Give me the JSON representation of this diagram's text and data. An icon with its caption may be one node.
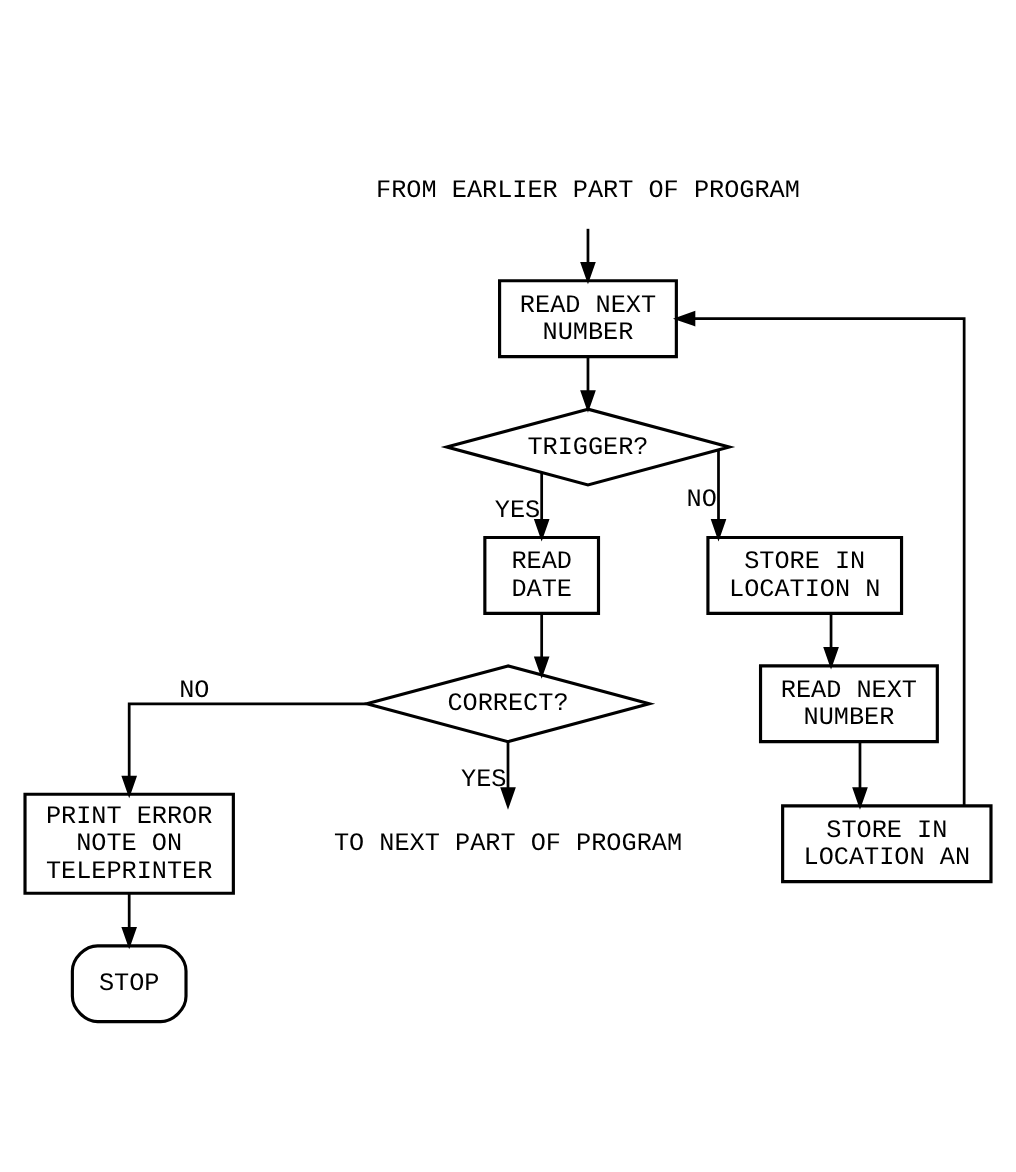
{
  "diagram": {
    "nodes": [
      {
        "text": [
          "FROM EARLIER PART OF PROGRAM"
        ]
      },
      {
        "text": [
          "READ NEXT NUMBER"
        ]
      },
      {
        "text": [
          "TRIGGER?"
        ]
      },
      {
        "text": [
          "READ DATE"
        ]
      },
      {
        "text": [
          "CORRECT?"
        ]
      },
      {
        "text": [
          "PRINT ERROR NOTE ON TELEPRINTER"
        ]
      },
      {
        "text": [
          "STOP"
        ]
      },
      {
        "text": [
          "STORE IN LOCATION N"
        ]
      },
      {
        "text": [
          "READ NEXT NUMBER"
        ]
      },
      {
        "text": [
          "STORE IN LOCATION AN"
        ]
      },
      {
        "text": [
          "TO NEXT PART OF PROGRAM"
        ]
      }
    ],
    "edges": [
      {
        "from": 0,
        "to": 1,
        "arrow": "to"
      },
      {
        "from": 1,
        "to": 2,
        "arrow": "to"
      },
      {
        "from": 2,
        "to": 3,
        "arrow": "to",
        "label": "YES"
      },
      {
        "from": 2,
        "to": 7,
        "arrow": "to",
        "label": "NO"
      },
      {
        "from": 3,
        "to": 4,
        "arrow": "to"
      },
      {
        "from": 4,
        "to": 5,
        "arrow": "to",
        "label": "NO"
      },
      {
        "from": 4,
        "to": 10,
        "arrow": "to",
        "label": "YES"
      },
      {
        "from": 5,
        "to": 6,
        "arrow": "to"
      },
      {
        "from": 7,
        "to": 8,
        "arrow": "to"
      },
      {
        "from": 8,
        "to": 9,
        "arrow": "to"
      },
      {
        "from": 9,
        "to": 1,
        "arrow": "to"
      }
    ]
  }
}
